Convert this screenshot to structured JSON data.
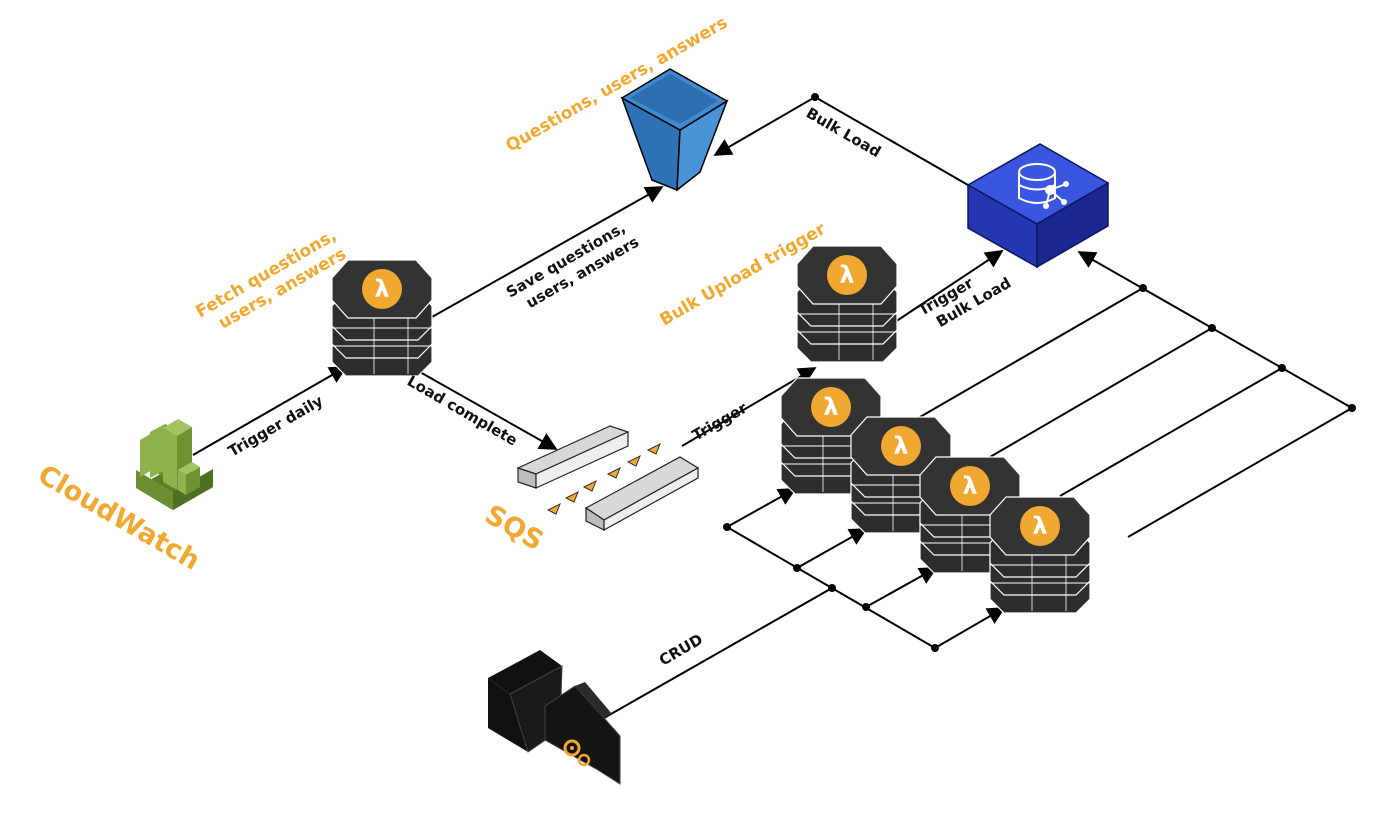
{
  "colors": {
    "orange": "#f0a830",
    "lambda_dark": "#2d2d2d",
    "s3_blue": "#2e73b8",
    "neptune_blue": "#2a3cbf",
    "cloudwatch_green": "#7aa23f"
  },
  "icons": [
    "cloudwatch-icon",
    "lambda-icon",
    "s3-bucket-icon",
    "sqs-queue-icon",
    "neptune-database-icon",
    "client-app-icon"
  ],
  "nodes": {
    "cloudwatch": "CloudWatch",
    "sqs": "SQS",
    "fetch_lambda": "Fetch questions,\nusers, answers",
    "s3_bucket": "Questions, users, answers",
    "bulk_upload_lambda": "Bulk Upload trigger"
  },
  "edges": {
    "trigger_daily": "Trigger daily",
    "save": "Save questions,\nusers, answers",
    "load_complete": "Load complete",
    "trigger": "Trigger",
    "trigger_bulk_load": "Trigger\nBulk Load",
    "bulk_load": "Bulk Load",
    "crud": "CRUD"
  }
}
